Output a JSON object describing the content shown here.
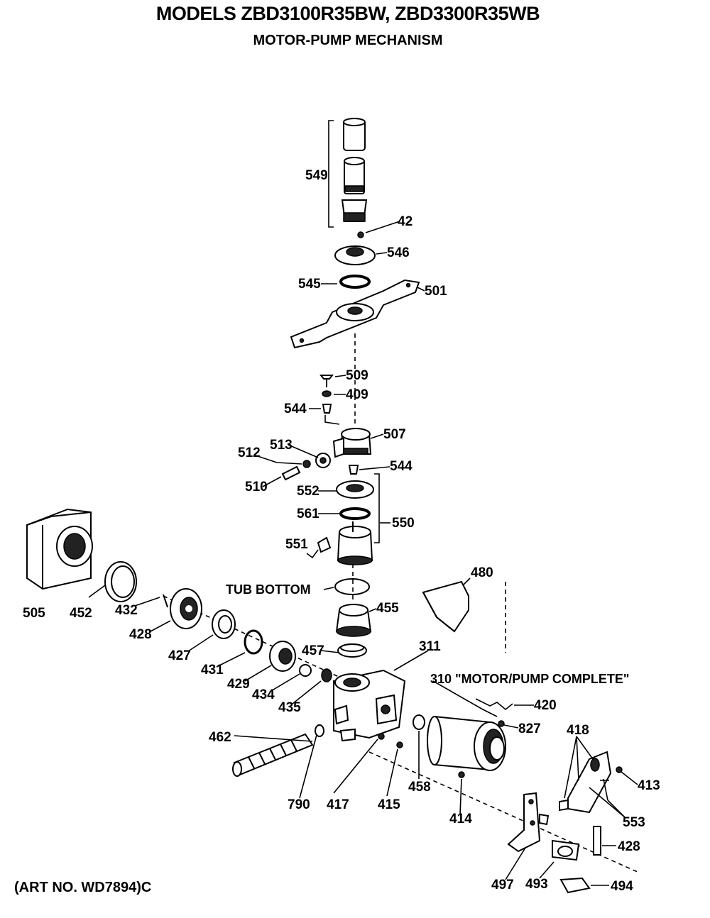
{
  "title": "MODELS ZBD3100R35BW, ZBD3300R35WB",
  "subtitle": "MOTOR-PUMP MECHANISM",
  "art_no": "(ART NO. WD7894)C",
  "notes": {
    "tub_bottom": "TUB BOTTOM",
    "motor_pump": "310 \"MOTOR/PUMP COMPLETE\""
  },
  "parts": [
    {
      "id": "p549",
      "label": "549"
    },
    {
      "id": "p42",
      "label": "42"
    },
    {
      "id": "p546",
      "label": "546"
    },
    {
      "id": "p545",
      "label": "545"
    },
    {
      "id": "p501",
      "label": "501"
    },
    {
      "id": "p509",
      "label": "509"
    },
    {
      "id": "p409",
      "label": "409"
    },
    {
      "id": "p544a",
      "label": "544"
    },
    {
      "id": "p507",
      "label": "507"
    },
    {
      "id": "p513",
      "label": "513"
    },
    {
      "id": "p512",
      "label": "512"
    },
    {
      "id": "p544b",
      "label": "544"
    },
    {
      "id": "p510",
      "label": "510"
    },
    {
      "id": "p552",
      "label": "552"
    },
    {
      "id": "p561",
      "label": "561"
    },
    {
      "id": "p550",
      "label": "550"
    },
    {
      "id": "p551",
      "label": "551"
    },
    {
      "id": "p505",
      "label": "505"
    },
    {
      "id": "p452",
      "label": "452"
    },
    {
      "id": "p432",
      "label": "432"
    },
    {
      "id": "p428a",
      "label": "428"
    },
    {
      "id": "p480",
      "label": "480"
    },
    {
      "id": "p455",
      "label": "455"
    },
    {
      "id": "p427",
      "label": "427"
    },
    {
      "id": "p431",
      "label": "431"
    },
    {
      "id": "p429",
      "label": "429"
    },
    {
      "id": "p457",
      "label": "457"
    },
    {
      "id": "p311",
      "label": "311"
    },
    {
      "id": "p434",
      "label": "434"
    },
    {
      "id": "p435",
      "label": "435"
    },
    {
      "id": "p420",
      "label": "420"
    },
    {
      "id": "p827",
      "label": "827"
    },
    {
      "id": "p418",
      "label": "418"
    },
    {
      "id": "p462",
      "label": "462"
    },
    {
      "id": "p413",
      "label": "413"
    },
    {
      "id": "p790",
      "label": "790"
    },
    {
      "id": "p417",
      "label": "417"
    },
    {
      "id": "p415",
      "label": "415"
    },
    {
      "id": "p458",
      "label": "458"
    },
    {
      "id": "p414",
      "label": "414"
    },
    {
      "id": "p553",
      "label": "553"
    },
    {
      "id": "p428b",
      "label": "428"
    },
    {
      "id": "p497",
      "label": "497"
    },
    {
      "id": "p493",
      "label": "493"
    },
    {
      "id": "p494",
      "label": "494"
    }
  ]
}
